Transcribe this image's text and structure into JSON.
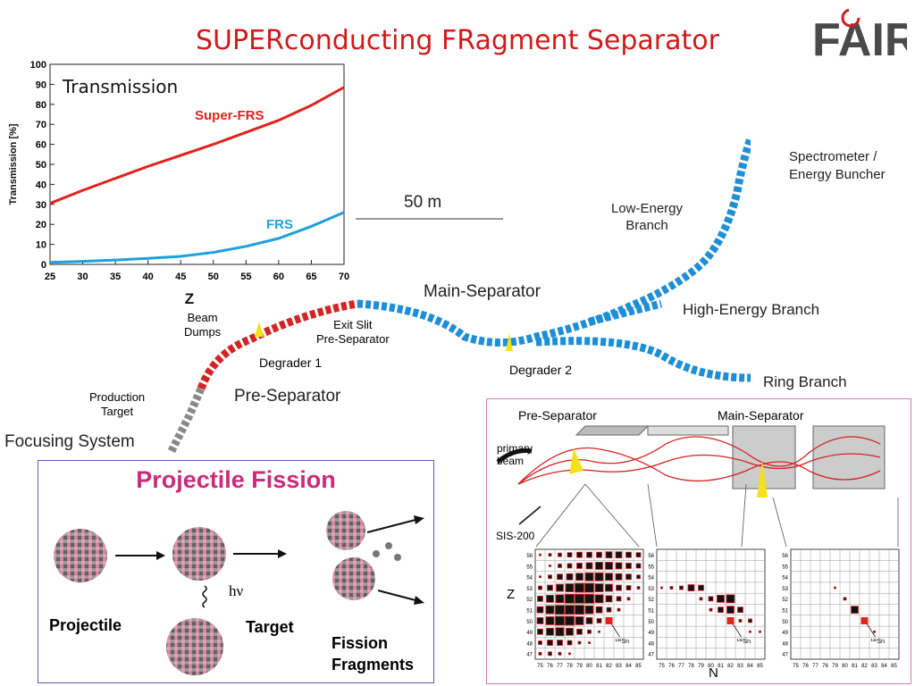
{
  "slide": {
    "title": "SUPERconducting FRagment Separator",
    "logo_text": "FAIR",
    "logo_colors": {
      "main": "#4a4a4a",
      "accent": "#d11a1a"
    }
  },
  "chart_data": {
    "type": "line",
    "title": "Transmission",
    "xlabel": "Z",
    "ylabel": "Transmission [%]",
    "xlim": [
      25,
      70
    ],
    "ylim": [
      0,
      100
    ],
    "xticks": [
      25,
      30,
      35,
      40,
      45,
      50,
      55,
      60,
      65,
      70
    ],
    "yticks": [
      0,
      10,
      20,
      30,
      40,
      50,
      60,
      70,
      80,
      90,
      100
    ],
    "grid": false,
    "series": [
      {
        "name": "Super-FRS",
        "color": "#e0231c",
        "x": [
          25,
          30,
          35,
          40,
          45,
          50,
          55,
          60,
          65,
          70
        ],
        "y": [
          30.5,
          37,
          43,
          49,
          54.5,
          60,
          66,
          72,
          79.5,
          88.5
        ]
      },
      {
        "name": "FRS",
        "color": "#1ea0dc",
        "x": [
          25,
          30,
          35,
          40,
          45,
          50,
          55,
          60,
          65,
          70
        ],
        "y": [
          1,
          1.5,
          2.2,
          3,
          4,
          6,
          9,
          13,
          19,
          26
        ]
      }
    ]
  },
  "layout_labels": {
    "scale": "50 m",
    "main_separator": "Main-Separator",
    "low_energy_branch": [
      "Low-Energy",
      "Branch"
    ],
    "spectrometer": [
      "Spectrometer /",
      "Energy Buncher"
    ],
    "high_energy_branch": "High-Energy Branch",
    "ring_branch": "Ring Branch",
    "degrader1": "Degrader 1",
    "degrader2": "Degrader 2",
    "exit_slit": [
      "Exit Slit",
      "Pre-Separator"
    ],
    "beam_dumps": [
      "Beam",
      "Dumps"
    ],
    "production_target": [
      "Production",
      "Target"
    ],
    "pre_separator": "Pre-Separator",
    "focusing_system": "Focusing System"
  },
  "fission": {
    "title": "Projectile Fission",
    "projectile": "Projectile",
    "target": "Target",
    "hv": "hν",
    "fragments": [
      "Fission",
      "Fragments"
    ]
  },
  "separation": {
    "pre_separator": "Pre-Separator",
    "main_separator": "Main-Separator",
    "primary_beam": [
      "primary",
      "beam"
    ],
    "sis": "SIS-200",
    "z_label": "Z",
    "n_label": "N",
    "z_ticks": [
      "56",
      "55",
      "54",
      "53",
      "52",
      "51",
      "50",
      "49",
      "48",
      "47"
    ],
    "n_ticks": [
      "75",
      "76",
      "77",
      "78",
      "79",
      "80",
      "81",
      "82",
      "83",
      "84",
      "85"
    ],
    "isotope": "¹³²Sn",
    "panels": [
      {
        "cells": [
          [
            0,
            9,
            2
          ],
          [
            1,
            9,
            3
          ],
          [
            2,
            9,
            4
          ],
          [
            3,
            9,
            5
          ],
          [
            4,
            9,
            6
          ],
          [
            5,
            9,
            6
          ],
          [
            6,
            9,
            6
          ],
          [
            7,
            9,
            7
          ],
          [
            8,
            9,
            7
          ],
          [
            9,
            9,
            6
          ],
          [
            10,
            9,
            5
          ],
          [
            1,
            8,
            2
          ],
          [
            2,
            8,
            4
          ],
          [
            3,
            8,
            5
          ],
          [
            4,
            8,
            6
          ],
          [
            5,
            8,
            7
          ],
          [
            6,
            8,
            8
          ],
          [
            7,
            8,
            8
          ],
          [
            8,
            8,
            7
          ],
          [
            9,
            8,
            6
          ],
          [
            10,
            8,
            5
          ],
          [
            0,
            7,
            2
          ],
          [
            1,
            7,
            4
          ],
          [
            2,
            7,
            6
          ],
          [
            3,
            7,
            7
          ],
          [
            4,
            7,
            8
          ],
          [
            5,
            7,
            9
          ],
          [
            6,
            7,
            9
          ],
          [
            7,
            7,
            8
          ],
          [
            8,
            7,
            7
          ],
          [
            9,
            7,
            6
          ],
          [
            10,
            7,
            4
          ],
          [
            0,
            6,
            4
          ],
          [
            1,
            6,
            6
          ],
          [
            2,
            6,
            8
          ],
          [
            3,
            6,
            9
          ],
          [
            4,
            6,
            10
          ],
          [
            5,
            6,
            10
          ],
          [
            6,
            6,
            9
          ],
          [
            7,
            6,
            8
          ],
          [
            8,
            6,
            6
          ],
          [
            9,
            6,
            5
          ],
          [
            10,
            6,
            3
          ],
          [
            0,
            5,
            6
          ],
          [
            1,
            5,
            8
          ],
          [
            2,
            5,
            9
          ],
          [
            3,
            5,
            10
          ],
          [
            4,
            5,
            10
          ],
          [
            5,
            5,
            10
          ],
          [
            6,
            5,
            9
          ],
          [
            7,
            5,
            7
          ],
          [
            8,
            5,
            5
          ],
          [
            9,
            5,
            3
          ],
          [
            0,
            4,
            7
          ],
          [
            1,
            4,
            9
          ],
          [
            2,
            4,
            10
          ],
          [
            3,
            4,
            10
          ],
          [
            4,
            4,
            10
          ],
          [
            5,
            4,
            9
          ],
          [
            6,
            4,
            7
          ],
          [
            7,
            4,
            5
          ],
          [
            8,
            4,
            3
          ],
          [
            0,
            3,
            7
          ],
          [
            1,
            3,
            9
          ],
          [
            2,
            3,
            10
          ],
          [
            3,
            3,
            10
          ],
          [
            4,
            3,
            9
          ],
          [
            5,
            3,
            7
          ],
          [
            6,
            3,
            5
          ],
          [
            7,
            3,
            3
          ],
          [
            0,
            2,
            6
          ],
          [
            1,
            2,
            8
          ],
          [
            2,
            2,
            9
          ],
          [
            3,
            2,
            8
          ],
          [
            4,
            2,
            6
          ],
          [
            5,
            2,
            4
          ],
          [
            6,
            2,
            2
          ],
          [
            0,
            1,
            4
          ],
          [
            1,
            1,
            6
          ],
          [
            2,
            1,
            6
          ],
          [
            3,
            1,
            5
          ],
          [
            4,
            1,
            3
          ],
          [
            5,
            1,
            2
          ],
          [
            0,
            0,
            3
          ],
          [
            1,
            0,
            4
          ],
          [
            2,
            0,
            3
          ],
          [
            3,
            0,
            2
          ]
        ]
      },
      {
        "cells": [
          [
            0,
            6,
            2
          ],
          [
            1,
            6,
            3
          ],
          [
            2,
            6,
            4
          ],
          [
            3,
            6,
            7
          ],
          [
            4,
            6,
            6
          ],
          [
            5,
            5,
            5
          ],
          [
            6,
            5,
            8
          ],
          [
            7,
            5,
            9
          ],
          [
            6,
            4,
            6
          ],
          [
            7,
            4,
            8
          ],
          [
            8,
            4,
            6
          ],
          [
            8,
            3,
            3
          ],
          [
            9,
            3,
            4
          ],
          [
            9,
            2,
            2
          ],
          [
            10,
            2,
            2
          ],
          [
            4,
            5,
            3
          ],
          [
            5,
            4,
            3
          ]
        ]
      },
      {
        "cells": [
          [
            4,
            6,
            2
          ],
          [
            5,
            5,
            3
          ],
          [
            6,
            4,
            8
          ],
          [
            7,
            3,
            6
          ],
          [
            8,
            2,
            2
          ]
        ]
      }
    ]
  }
}
